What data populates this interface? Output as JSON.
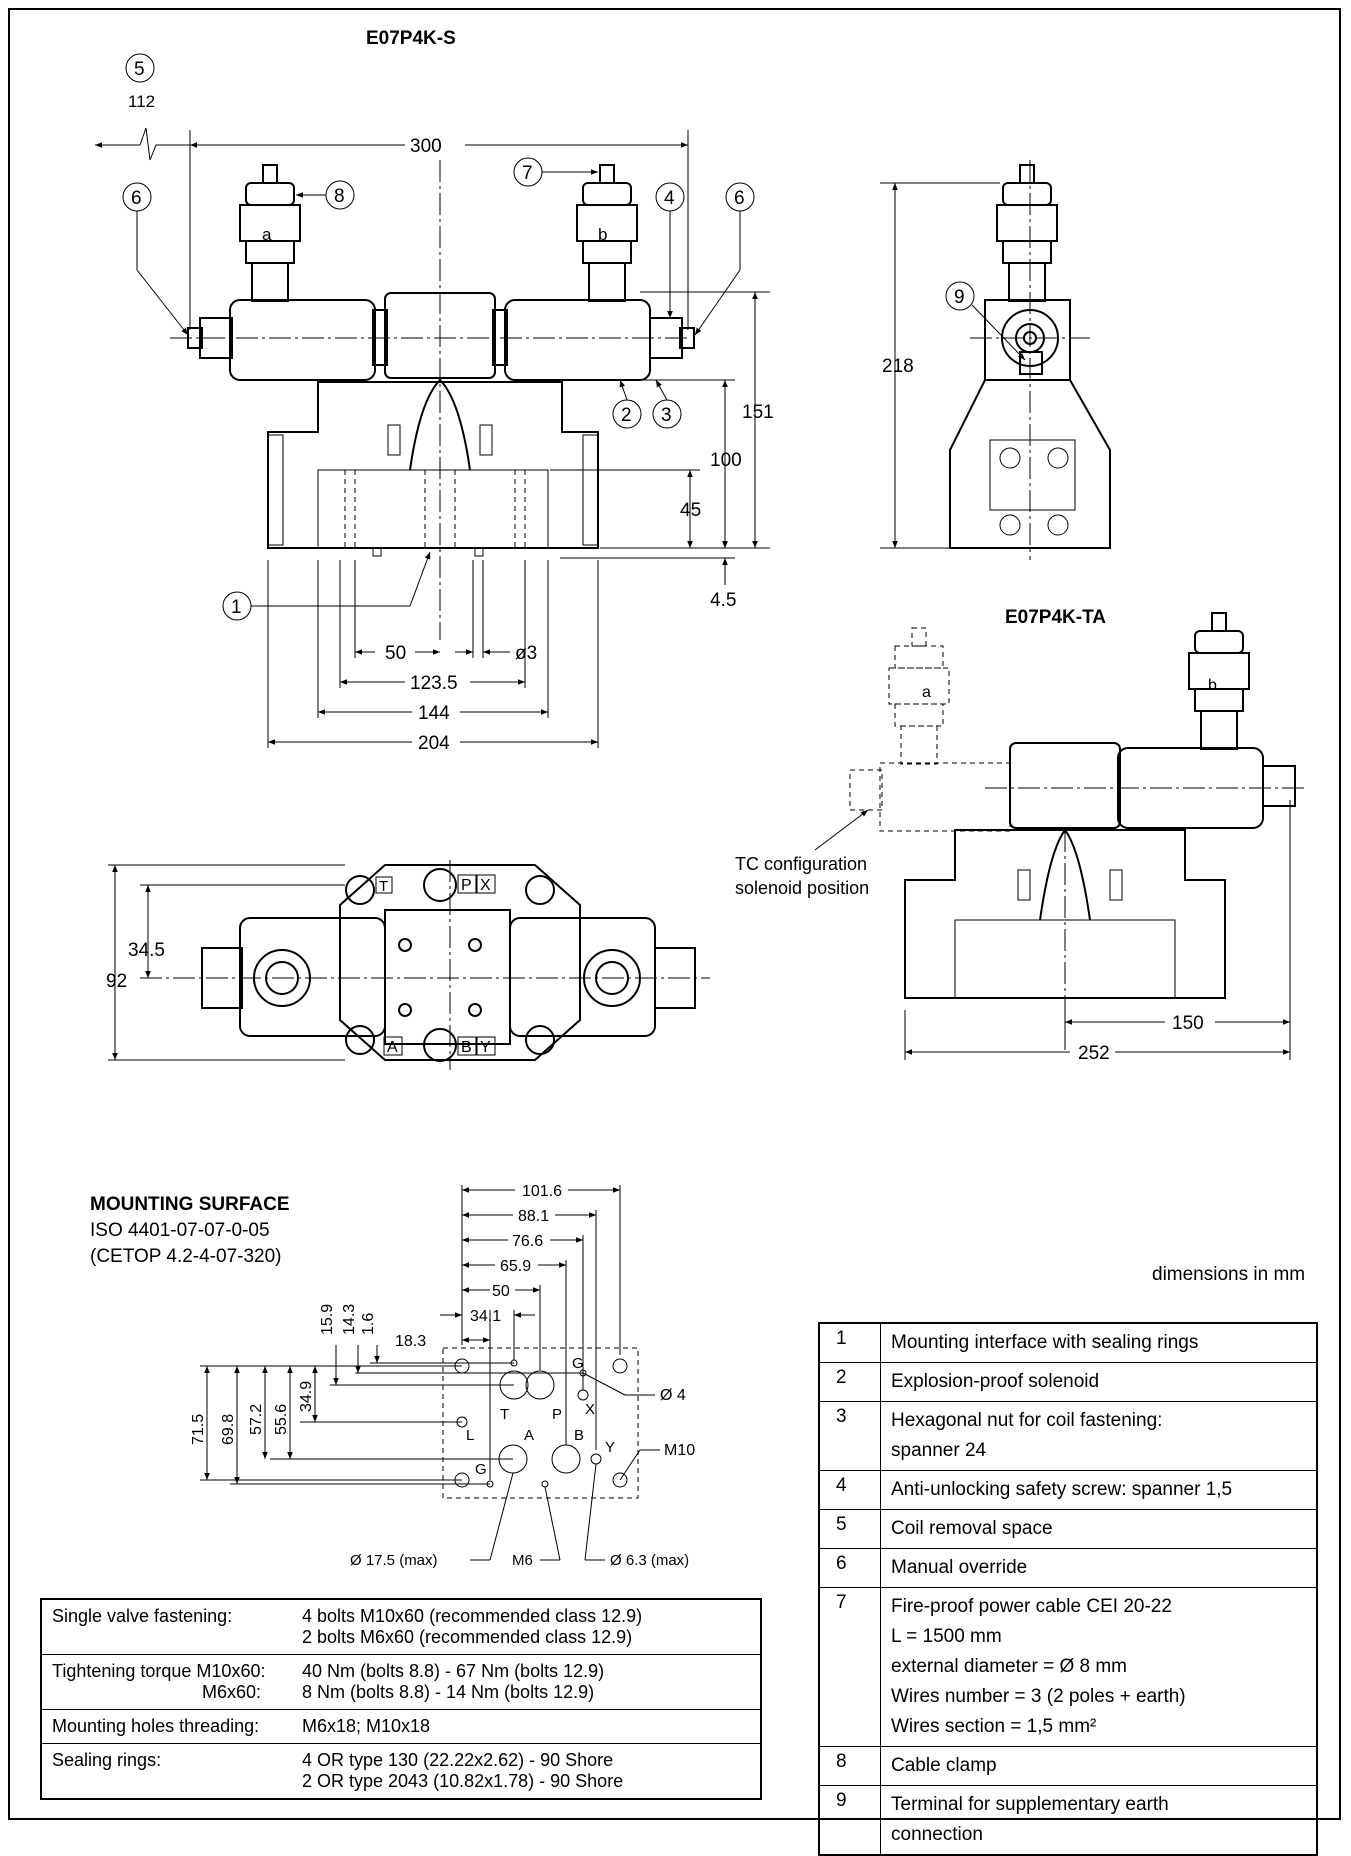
{
  "titles": {
    "main_view": "E07P4K-S",
    "ta_view": "E07P4K-TA",
    "mounting_surface": "MOUNTING SURFACE",
    "iso": "ISO 4401-07-07-0-05",
    "cetop": "(CETOP 4.2-4-07-320)",
    "dims_note": "dimensions in mm",
    "tc_note_1": "TC configuration",
    "tc_note_2": "solenoid position"
  },
  "callouts": {
    "c1": "1",
    "c2": "2",
    "c3": "3",
    "c4": "4",
    "c5": "5",
    "c6a": "6",
    "c6b": "6",
    "c7": "7",
    "c8": "8",
    "c9": "9"
  },
  "coil_letters": {
    "a": "a",
    "b": "b",
    "a_ta": "a",
    "b_ta": "b"
  },
  "dims_main": {
    "d112": "112",
    "d300": "300",
    "d151": "151",
    "d100": "100",
    "d45": "45",
    "d4_5": "4.5",
    "d50": "50",
    "d_o3": "ø3",
    "d123_5": "123.5",
    "d144": "144",
    "d204": "204",
    "d218": "218",
    "d150": "150",
    "d252": "252",
    "d34_5": "34.5",
    "d92": "92"
  },
  "port_labels_top": {
    "T": "T",
    "P": "P",
    "X": "X",
    "A": "A",
    "B": "B",
    "Y": "Y"
  },
  "mounting_dims": {
    "h101_6": "101.6",
    "h88_1": "88.1",
    "h76_6": "76.6",
    "h65_9": "65.9",
    "h50": "50",
    "h34_1": "34.1",
    "h18_3": "18.3",
    "v15_9": "15.9",
    "v14_3": "14.3",
    "v1_6": "1.6",
    "v34_9": "34.9",
    "v55_6": "55.6",
    "v57_2": "57.2",
    "v69_8": "69.8",
    "v71_5": "71.5",
    "o4": "Ø 4",
    "m10": "M10",
    "o17_5": "Ø 17.5 (max)",
    "m6": "M6",
    "o6_3": "Ø 6.3 (max)"
  },
  "mounting_ports": {
    "G1": "G",
    "T": "T",
    "P": "P",
    "X": "X",
    "L": "L",
    "A": "A",
    "B": "B",
    "Y": "Y",
    "G2": "G"
  },
  "legend": [
    {
      "num": "1",
      "lines": [
        "Mounting interface with sealing rings"
      ]
    },
    {
      "num": "2",
      "lines": [
        "Explosion-proof solenoid"
      ]
    },
    {
      "num": "3",
      "lines": [
        "Hexagonal nut for coil fastening:",
        "spanner 24"
      ]
    },
    {
      "num": "4",
      "lines": [
        "Anti-unlocking safety screw: spanner 1,5"
      ]
    },
    {
      "num": "5",
      "lines": [
        "Coil removal space"
      ]
    },
    {
      "num": "6",
      "lines": [
        "Manual override"
      ]
    },
    {
      "num": "7",
      "lines": [
        "Fire-proof power cable CEI 20-22",
        "L = 1500 mm",
        "external diameter = Ø 8 mm",
        "Wires number = 3 (2 poles + earth)",
        "Wires section = 1,5 mm²"
      ]
    },
    {
      "num": "8",
      "lines": [
        "Cable clamp"
      ]
    },
    {
      "num": "9",
      "lines": [
        "Terminal for supplementary earth",
        "connection"
      ]
    }
  ],
  "specs": [
    {
      "label": "Single valve fastening:",
      "lines": [
        "4 bolts M10x60 (recommended class 12.9)",
        "2 bolts M6x60 (recommended class 12.9)"
      ]
    },
    {
      "label": "Tightening torque  M10x60:",
      "label2": "M6x60:",
      "lines": [
        "40 Nm (bolts 8.8)  -  67 Nm (bolts 12.9)",
        "8 Nm (bolts 8.8)  -  14 Nm (bolts 12.9)"
      ]
    },
    {
      "label": "Mounting holes threading:",
      "lines": [
        "M6x18; M10x18"
      ]
    },
    {
      "label": "Sealing rings:",
      "lines": [
        "4 OR type 130 (22.22x2.62) - 90 Shore",
        "2 OR type 2043  (10.82x1.78) - 90 Shore"
      ]
    }
  ]
}
